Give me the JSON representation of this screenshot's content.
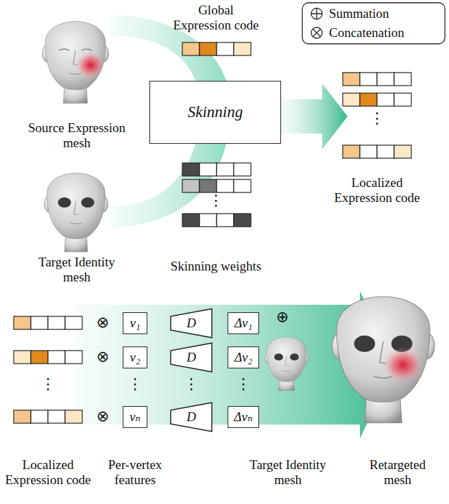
{
  "diagram": {
    "nodes": [
      {
        "text": [
          "Skinning"
        ]
      },
      {
        "text": [
          "v₁"
        ]
      },
      {
        "text": [
          "D"
        ]
      },
      {
        "text": [
          "Δv₁"
        ]
      },
      {
        "text": [
          "v₂"
        ]
      },
      {
        "text": [
          "D"
        ]
      },
      {
        "text": [
          "Δv₂"
        ]
      },
      {
        "text": [
          "vₙ"
        ]
      },
      {
        "text": [
          "D"
        ]
      },
      {
        "text": [
          "Δvₙ"
        ]
      }
    ],
    "labels": [
      "Global Expression code",
      "Source Expression mesh",
      "Target Identity mesh",
      "⋮",
      "Skinning weights",
      "⋮",
      "Localized Expression code",
      "⊗",
      "⊗",
      "⊗",
      "⋮",
      "⋮",
      "⋮",
      "⋮",
      "⊕",
      "Localized Expression code",
      "Per-vertex features",
      "Target Identity mesh",
      "Retargeted mesh"
    ],
    "legend": [
      {
        "text": "Summation"
      },
      {
        "text": "Concatenation"
      }
    ]
  }
}
